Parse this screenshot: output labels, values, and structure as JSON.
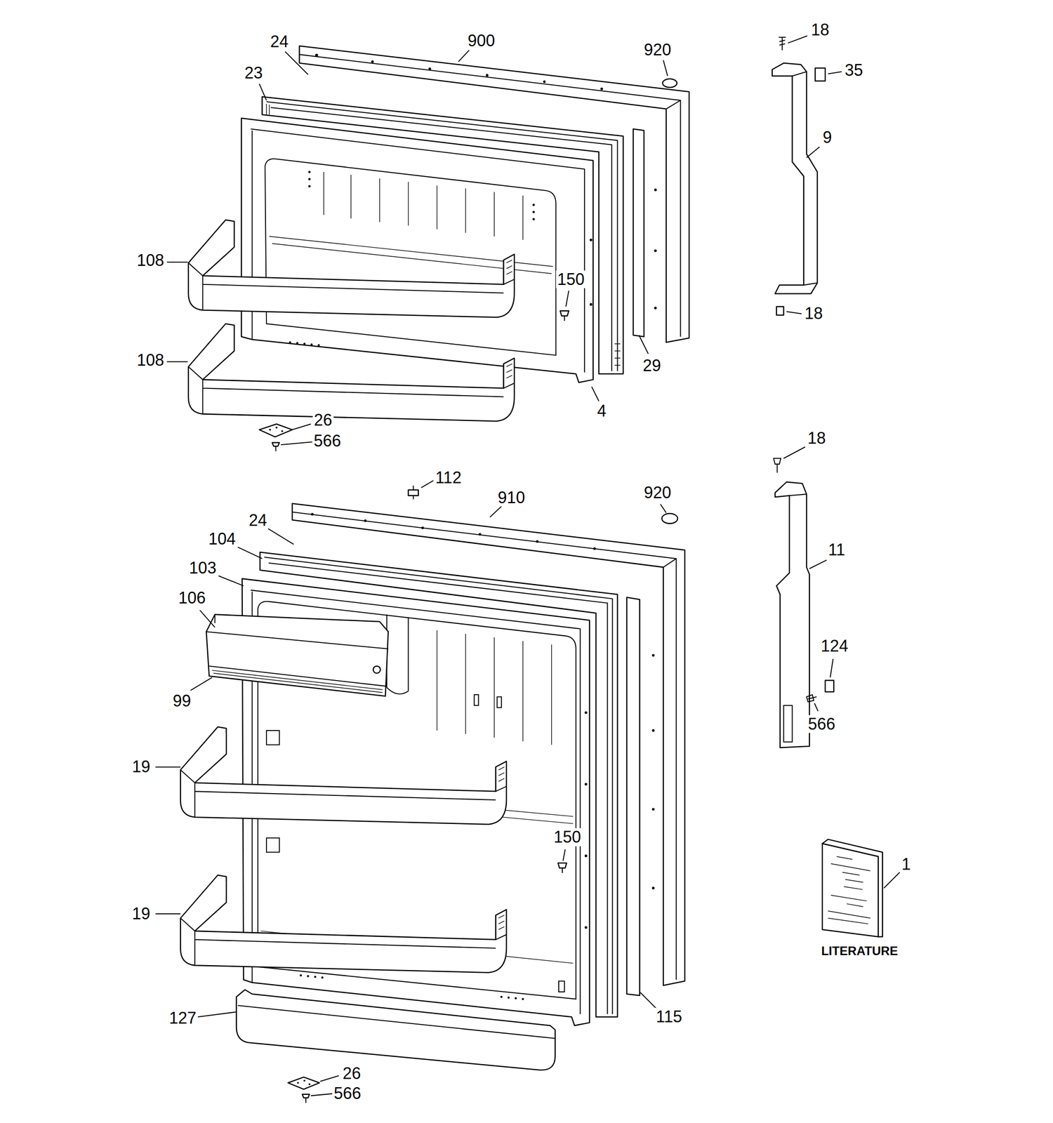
{
  "diagram": {
    "labels": [
      "18",
      "24",
      "900",
      "920",
      "35",
      "23",
      "9",
      "108",
      "150",
      "18",
      "108",
      "29",
      "4",
      "26",
      "566",
      "112",
      "910",
      "920",
      "18",
      "24",
      "104",
      "11",
      "103",
      "106",
      "124",
      "99",
      "566",
      "19",
      "150",
      "1",
      "19",
      "LITERATURE",
      "127",
      "115",
      "26",
      "566"
    ]
  }
}
